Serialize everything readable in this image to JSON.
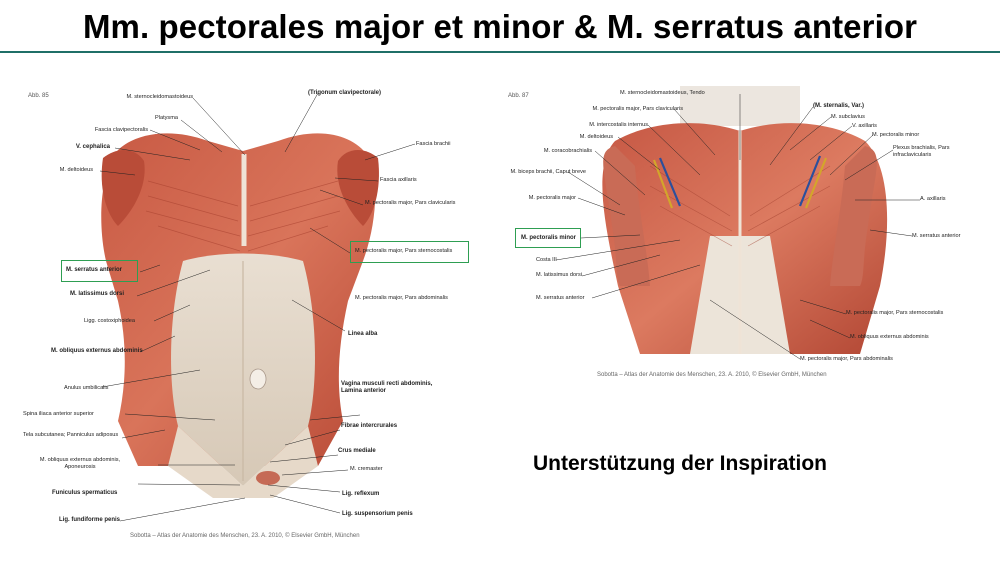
{
  "slide": {
    "title": "Mm. pectorales major et minor & M. serratus anterior",
    "caption": "Unterstützung der Inspiration"
  },
  "figure_left": {
    "abb": "Abb. 85",
    "credit": "Sobotta – Atlas der Anatomie des Menschen, 23. A. 2010, © Elsevier GmbH, München",
    "labels": [
      "M. sternocleidomastoideus",
      "Platysma",
      "Fascia clavipectoralis",
      "V. cephalica",
      "M. deltoideus",
      "(Trigonum clavipectorale)",
      "Fascia brachii",
      "Fascia axillaris",
      "M. pectoralis major, Pars clavicularis",
      "M. pectoralis major, Pars sternocostalis",
      "M. serratus anterior",
      "M. latissimus dorsi",
      "M. pectoralis major, Pars abdominalis",
      "Ligg. costoxiphoidea",
      "Linea alba",
      "M. obliquus externus abdominis",
      "Anulus umbilicalis",
      "Vagina musculi recti abdominis, Lamina anterior",
      "Spina iliaca anterior superior",
      "Tela subcutanea; Panniculus adiposus",
      "Fibrae intercrurales",
      "Crus mediale",
      "M. obliquus externus abdominis, Aponeurosis",
      "M. cremaster",
      "Funiculus spermaticus",
      "Lig. reflexum",
      "Lig. fundiforme penis",
      "Lig. suspensorium penis"
    ]
  },
  "figure_right": {
    "abb": "Abb. 87",
    "credit": "Sobotta – Atlas der Anatomie des Menschen, 23. A. 2010, © Elsevier GmbH, München",
    "labels": [
      "M. sternocleidomastoideus, Tendo",
      "M. pectoralis major, Pars clavicularis",
      "M. intercostalis internus",
      "M. deltoideus",
      "M. coracobrachialis",
      "M. biceps brachii, Caput breve",
      "M. pectoralis major",
      "M. pectoralis minor",
      "Costa III",
      "M. latissimus dorsi",
      "M. serratus anterior",
      "(M. sternalis, Var.)",
      "M. subclavius",
      "V. axillaris",
      "M. pectoralis minor",
      "Plexus brachialis, Pars infraclavicularis",
      "A. axillaris",
      "M. serratus anterior",
      "M. pectoralis major, Pars sternocostalis",
      "M. obliquus externus abdominis",
      "M. pectoralis major, Pars abdominalis"
    ]
  }
}
